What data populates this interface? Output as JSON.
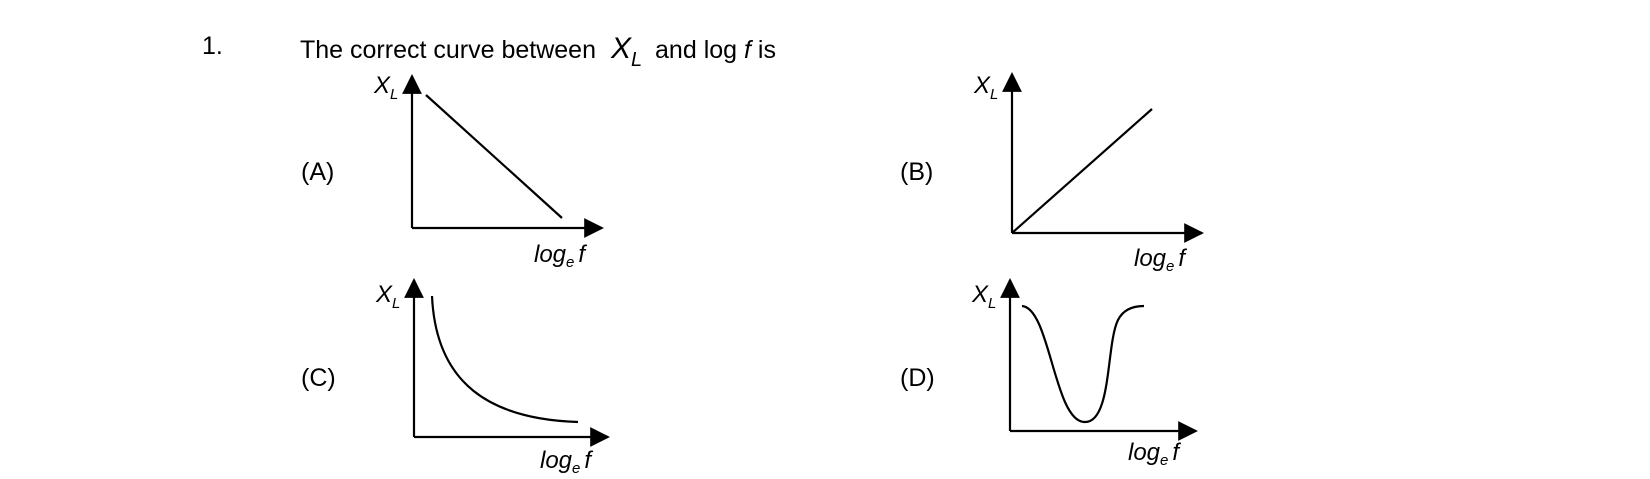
{
  "question": {
    "number": "1.",
    "stem_prefix": "The correct curve between",
    "symbol_main": "X",
    "symbol_sub": "L",
    "stem_mid": "and log",
    "stem_var": "f",
    "stem_suffix": "is"
  },
  "axes": {
    "y_main": "X",
    "y_sub": "L",
    "x_main": "log",
    "x_sub": "e",
    "x_var": "f"
  },
  "options": [
    {
      "label": "(A)",
      "curve": "decreasing straight line"
    },
    {
      "label": "(B)",
      "curve": "increasing straight line from origin"
    },
    {
      "label": "(C)",
      "curve": "decreasing hyperbola"
    },
    {
      "label": "(D)",
      "curve": "U-shaped dip"
    }
  ]
}
